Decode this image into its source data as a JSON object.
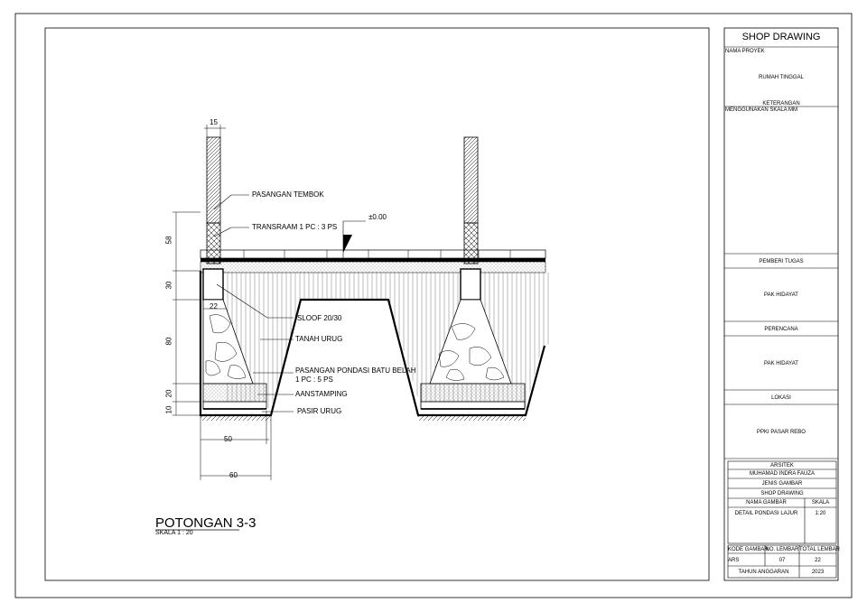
{
  "title_block": {
    "header": "SHOP DRAWING",
    "nama_proyek_label": "NAMA PROYEK",
    "nama_proyek": "RUMAH TINGGAL",
    "keterangan_label": "KETERANGAN",
    "keterangan": "MENGGUNAKAN SKALA MM",
    "pemberi_tugas_label": "PEMBERI TUGAS",
    "pemberi_tugas": "PAK HIDAYAT",
    "perencana_label": "PERENCANA",
    "perencana": "PAK HIDAYAT",
    "lokasi_label": "LOKASI",
    "lokasi": "PPKI PASAR REBO",
    "arsitek_label": "ARSITEK",
    "arsitek": "MUHAMAD INDRA FAUZA",
    "jenis_gambar_label": "JENIS GAMBAR",
    "jenis_gambar": "SHOP DRAWING",
    "nama_gambar_label": "NAMA GAMBAR",
    "skala_label": "SKALA",
    "nama_gambar": "DETAIL PONDASI LAJUR",
    "skala": "1:20",
    "kode_gambar_label": "KODE GAMBAR",
    "no_lembar_label": "NO. LEMBAR",
    "total_lembar_label": "TOTAL LEMBAR",
    "kode_gambar": "ARS",
    "no_lembar": "07",
    "total_lembar": "22",
    "tahun_anggaran_label": "TAHUN ANGGARAN",
    "tahun_anggaran": "2023"
  },
  "drawing": {
    "title": "POTONGAN 3-3",
    "scale": "SKALA 1 : 20",
    "labels": {
      "pasangan_tembok": "PASANGAN TEMBOK",
      "transraam": "TRANSRAAM 1 PC : 3 PS",
      "elevation": "±0.00",
      "sloof": "SLOOF 20/30",
      "tanah_urug": "TANAH URUG",
      "pondasi_line1": "PASANGAN PONDASI BATU BELAH",
      "pondasi_line2": "1 PC : 5 PS",
      "aanstamping": "AANSTAMPING",
      "pasir_urug": "PASIR URUG"
    },
    "dimensions": {
      "wall_width": "15",
      "sloof_width": "22",
      "base_width": "50",
      "excavation_width": "60",
      "wall_height": "58",
      "sloof_height": "30",
      "pondasi_height": "80",
      "aanstamping_height": "20",
      "pasir_height": "10"
    }
  }
}
